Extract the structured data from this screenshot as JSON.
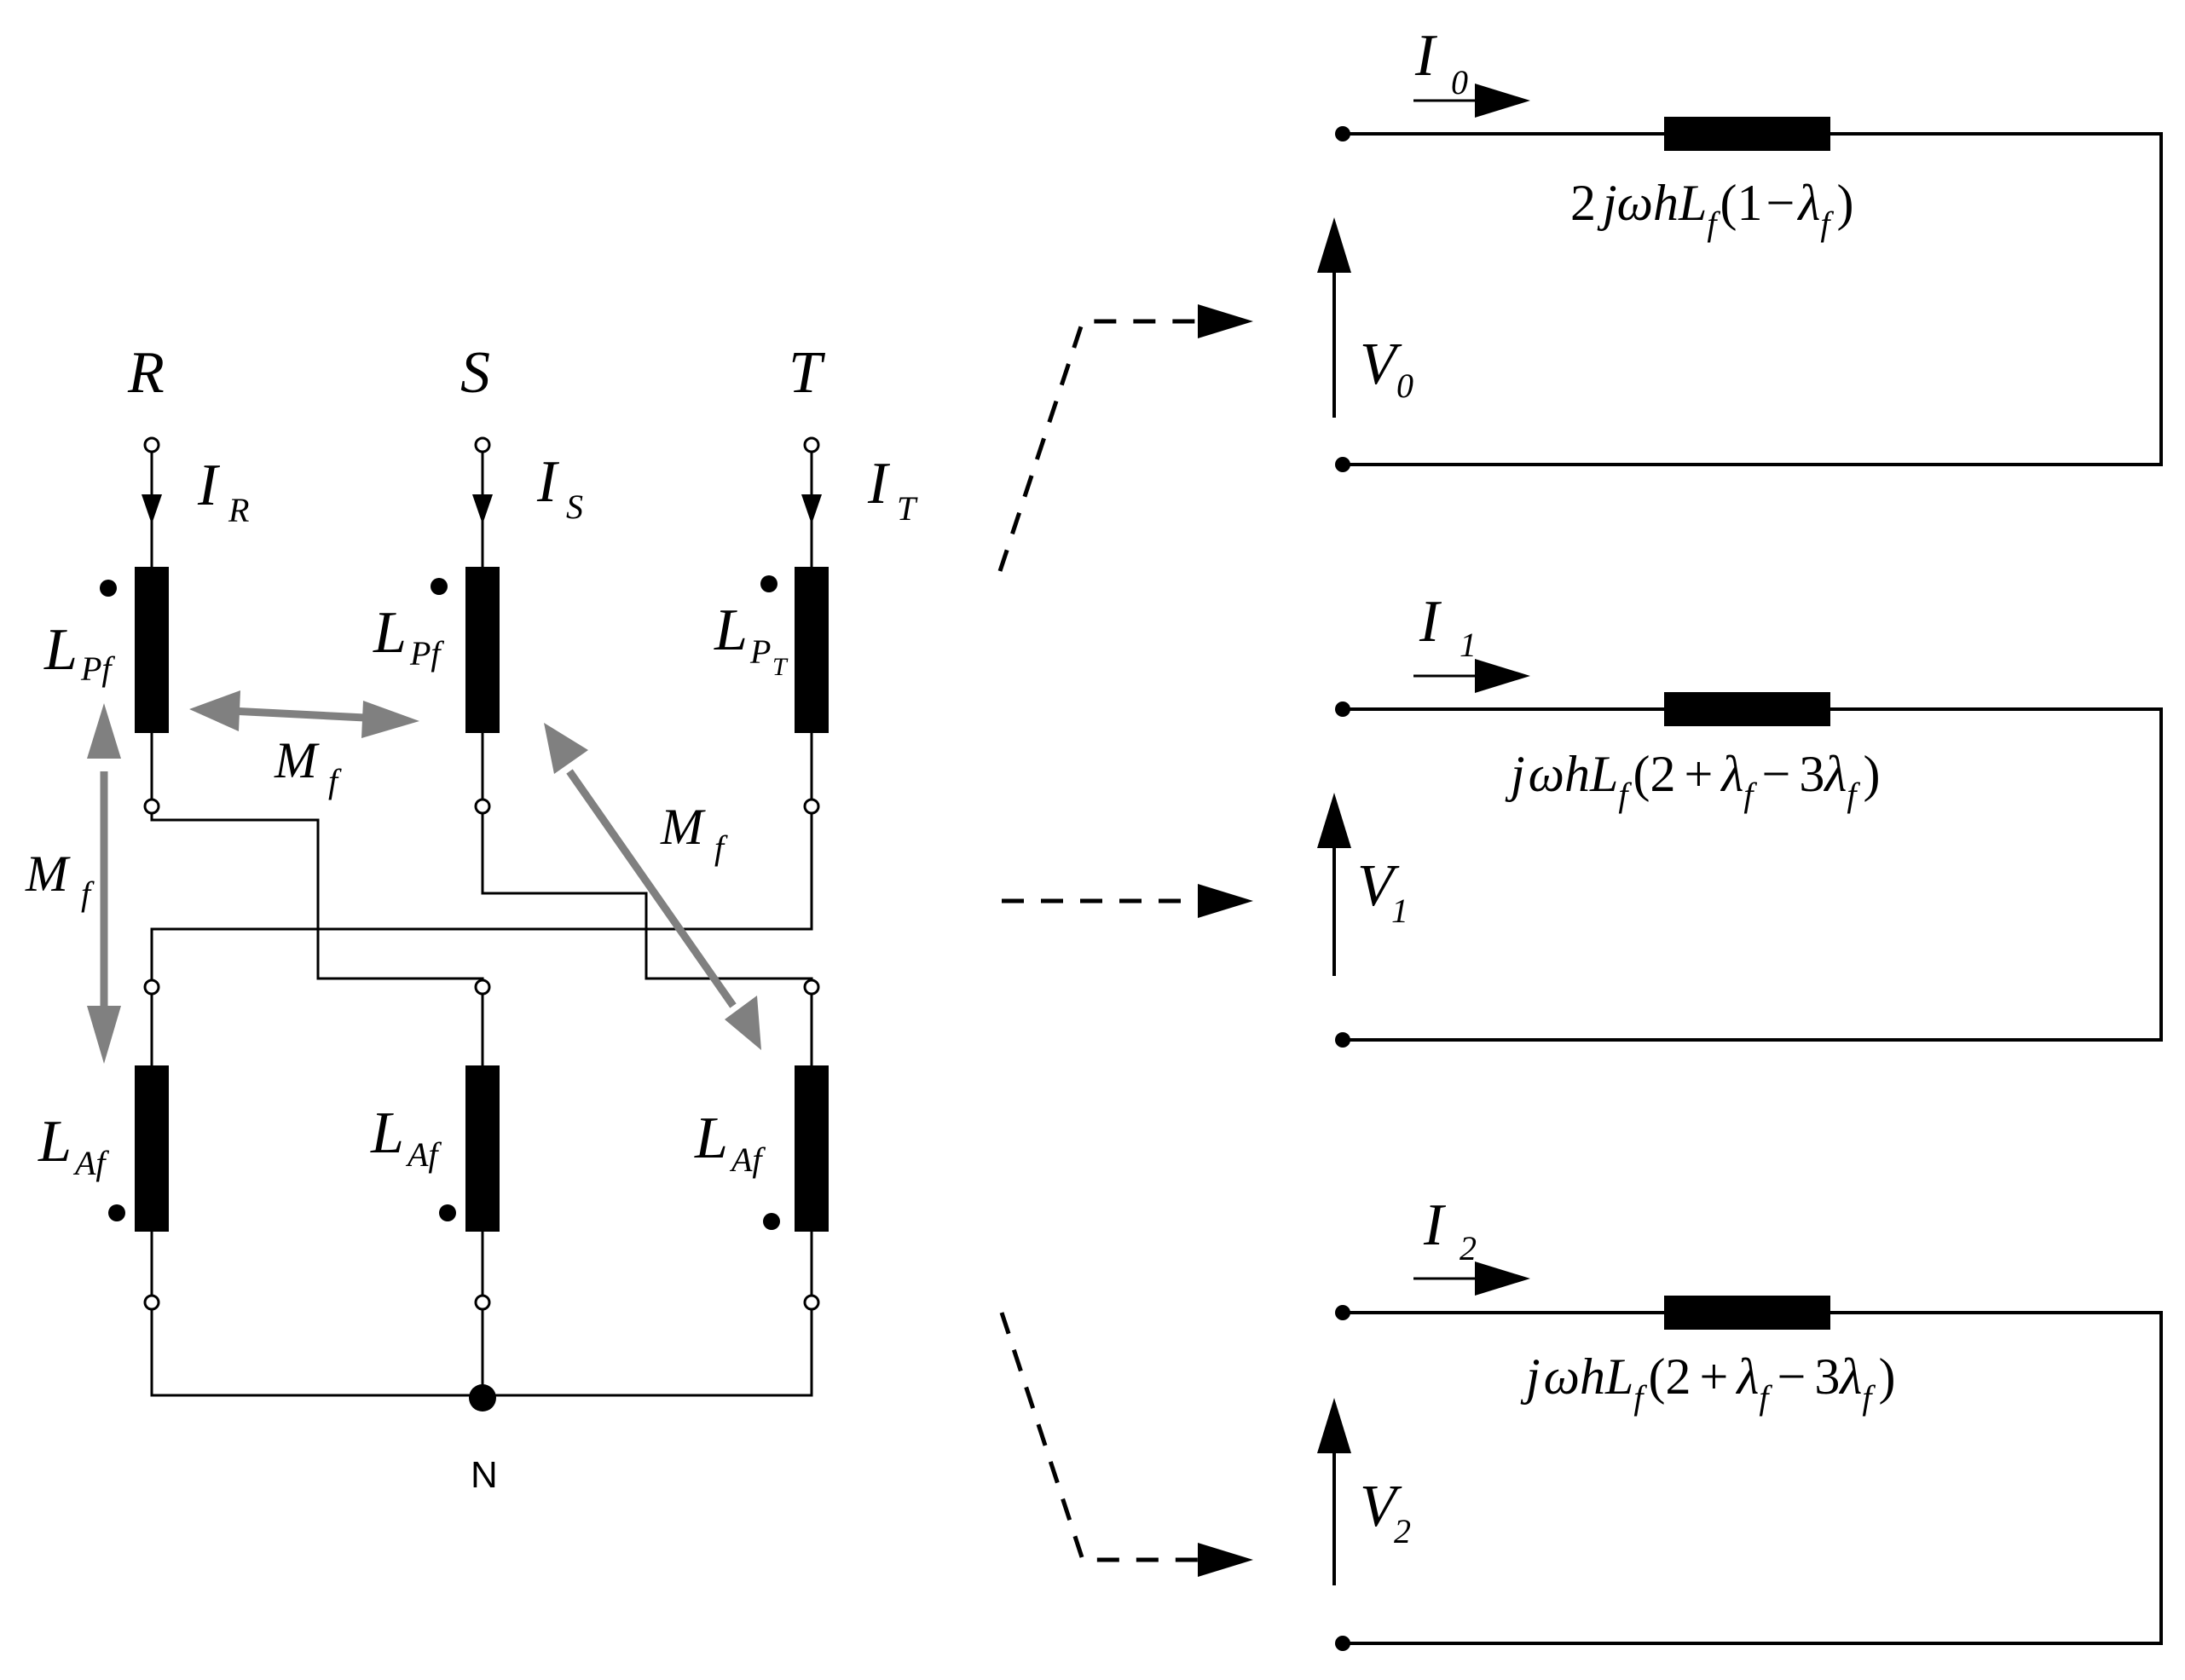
{
  "phases": [
    "R",
    "S",
    "T"
  ],
  "currents": {
    "R": "I",
    "R_sub": "R",
    "S": "I",
    "S_sub": "S",
    "T": "I",
    "T_sub": "T"
  },
  "primary_inductors": [
    {
      "main": "L",
      "sub": "Pf"
    },
    {
      "main": "L",
      "sub": "Pf"
    },
    {
      "main": "L",
      "sub": "P",
      "subsub": "T"
    }
  ],
  "aux_inductors": [
    {
      "main": "L",
      "sub": "Af"
    },
    {
      "main": "L",
      "sub": "Af"
    },
    {
      "main": "L",
      "sub": "Af"
    }
  ],
  "mutual": {
    "main": "M",
    "sub": "f"
  },
  "neutral_label": "N",
  "sequence_circuits": [
    {
      "current": "I",
      "current_sub": "0",
      "voltage": "V",
      "voltage_sub": "0",
      "impedance": [
        "2",
        "j",
        "ωhL",
        "f",
        "(1",
        "−",
        "λ",
        "f",
        ")"
      ]
    },
    {
      "current": "I",
      "current_sub": "1",
      "voltage": "V",
      "voltage_sub": "1",
      "impedance": [
        "j",
        "ωhL",
        "f",
        "(2",
        "+",
        "λ",
        "f",
        "−",
        "3",
        "λ",
        "f",
        ")"
      ]
    },
    {
      "current": "I",
      "current_sub": "2",
      "voltage": "V",
      "voltage_sub": "2",
      "impedance": [
        "j",
        "ωhL",
        "f",
        "(2",
        "+",
        "λ",
        "f",
        "−",
        "3",
        "λ",
        "f",
        ")"
      ]
    }
  ]
}
